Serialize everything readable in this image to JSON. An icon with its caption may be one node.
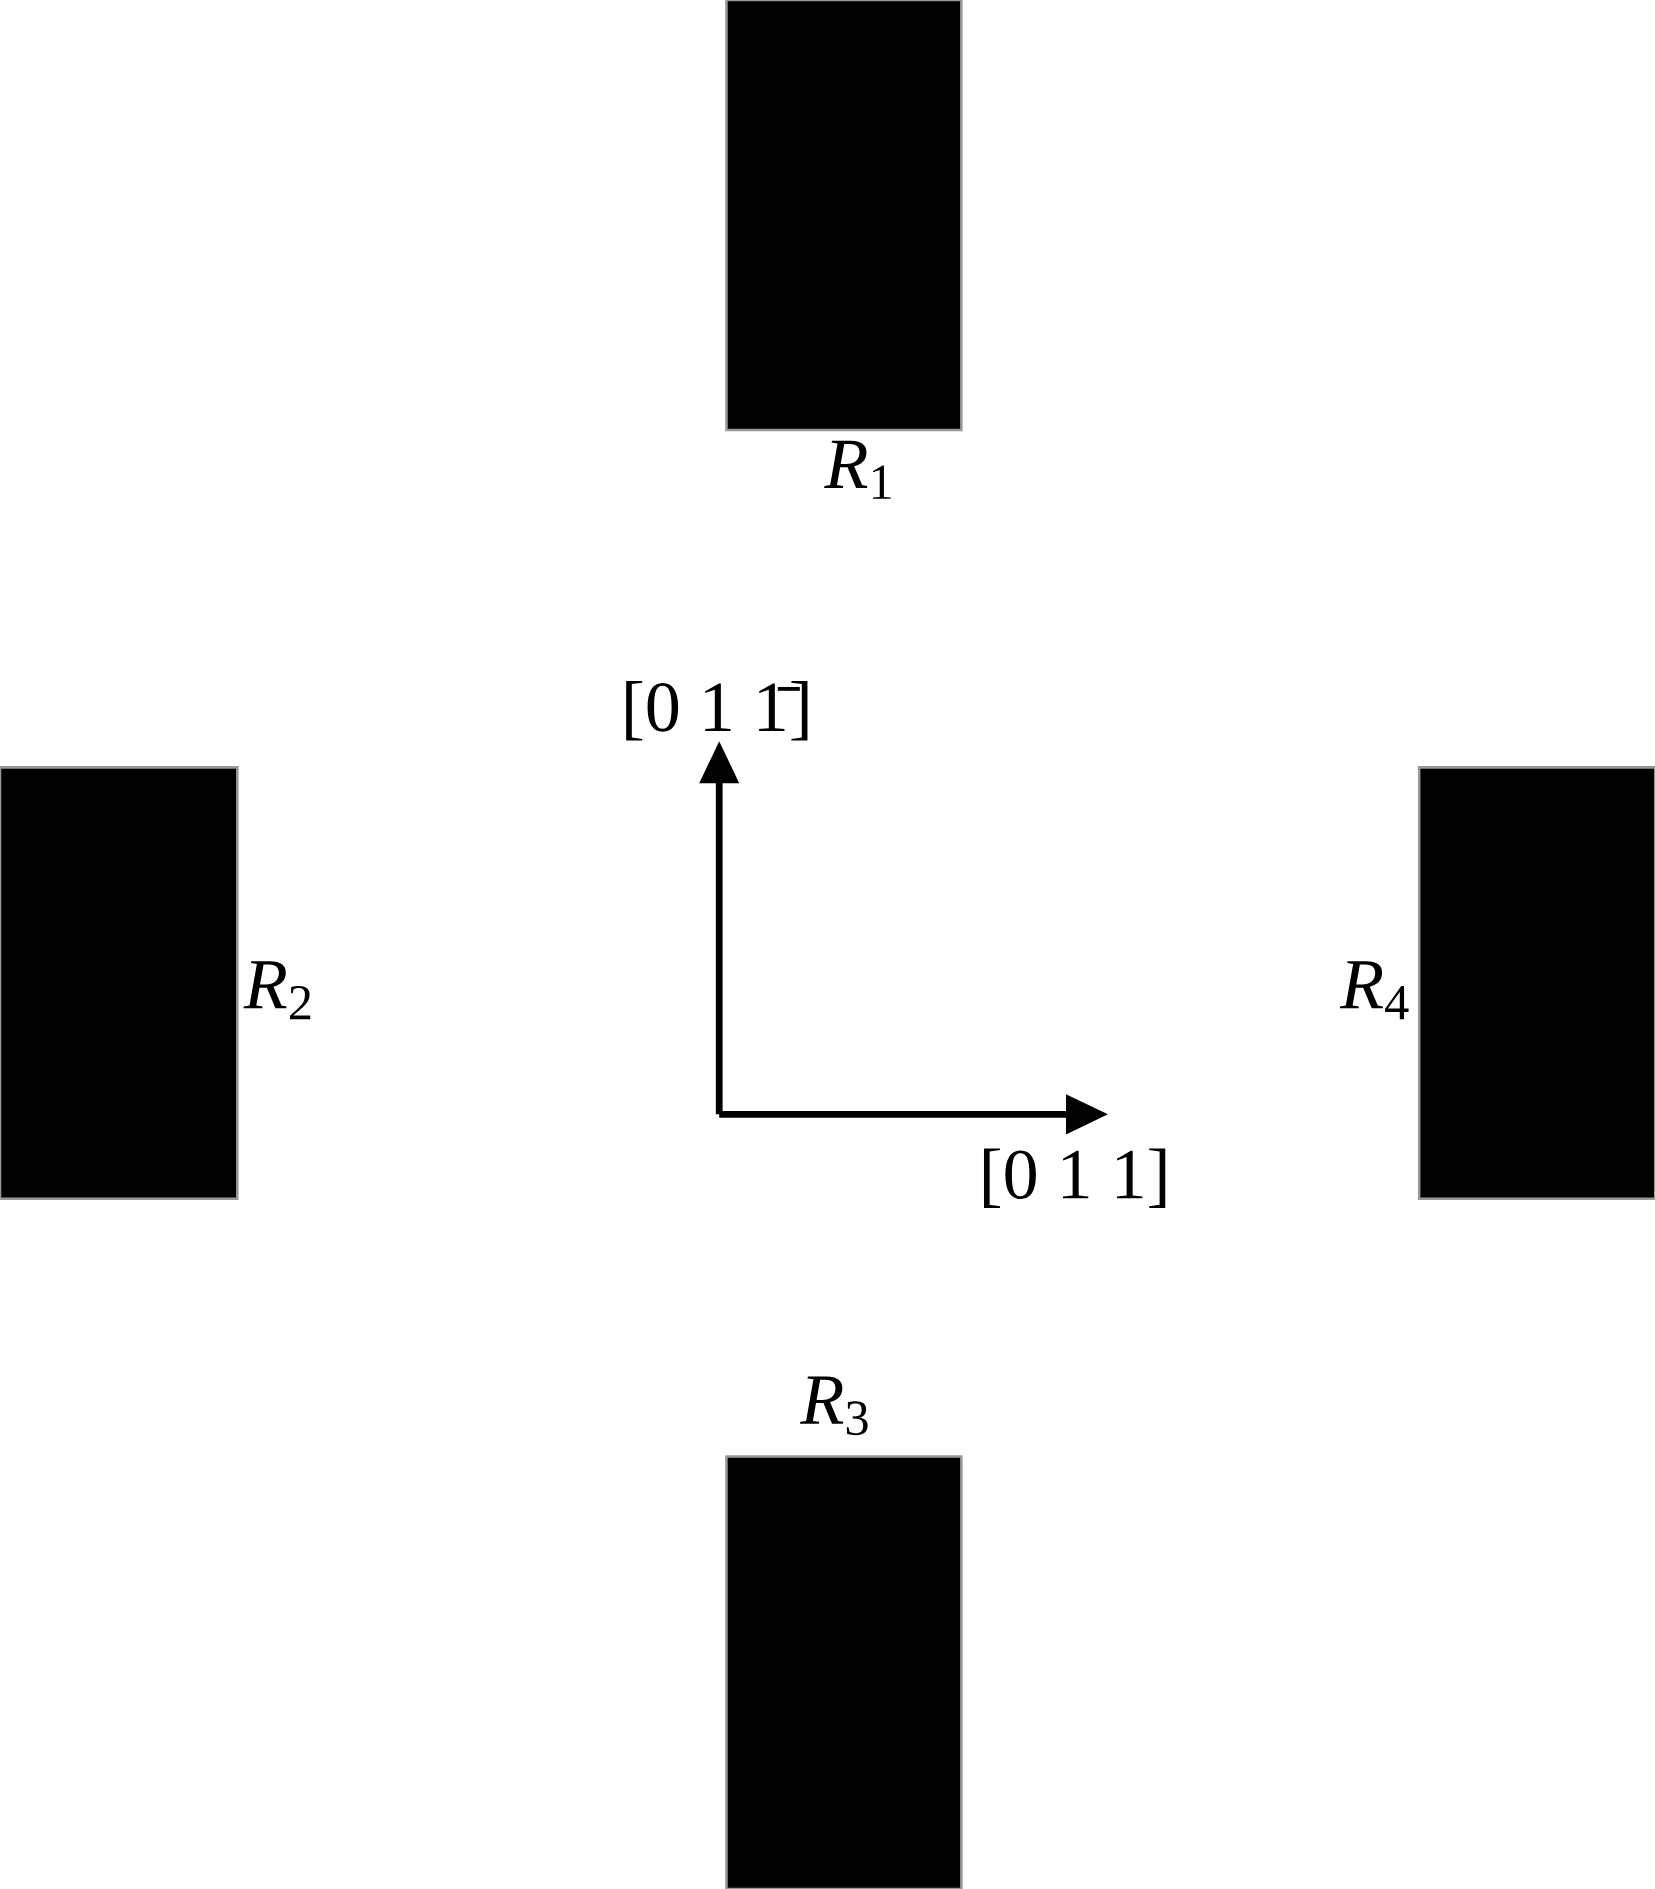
{
  "diagram": {
    "nodes": [
      {
        "text": [
          "*R*$_{1}$"
        ]
      },
      {
        "text": [
          "*R*$_{2}$"
        ]
      },
      {
        "text": [
          "*R*$_{4}$"
        ]
      },
      {
        "text": [
          "*R*$_{3}$"
        ]
      }
    ],
    "labels": [
      "[0  1  1̄]",
      "[0  1  1]"
    ]
  }
}
